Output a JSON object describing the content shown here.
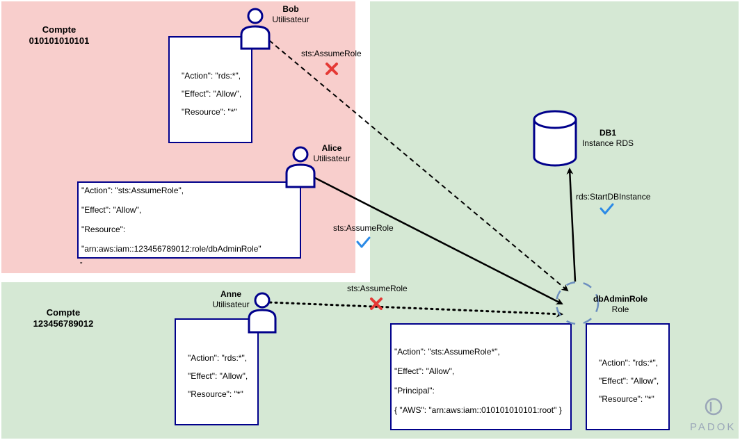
{
  "accounts": {
    "account_a": {
      "title": "Compte",
      "id": "010101010101",
      "color": "#f8cecc"
    },
    "account_b": {
      "title": "Compte",
      "id": "123456789012",
      "color": "#d5e8d4"
    }
  },
  "users": {
    "bob": {
      "name": "Bob",
      "role": "Utilisateur"
    },
    "alice": {
      "name": "Alice",
      "role": "Utilisateur"
    },
    "anne": {
      "name": "Anne",
      "role": "Utilisateur"
    }
  },
  "policies": {
    "bob": [
      "\"Action\": \"rds:*\",",
      "\"Effect\": \"Allow\",",
      "\"Resource\": \"*\""
    ],
    "alice": [
      "\"Action\": \"sts:AssumeRole\",",
      "\"Effect\": \"Allow\",",
      "\"Resource\":",
      "\"arn:aws:iam::123456789012:role/dbAdminRole\""
    ],
    "trust": [
      "\"Action\": \"sts:AssumeRole*\",",
      "\"Effect\": \"Allow\",",
      "\"Principal\":",
      "{ \"AWS\": \"arn:aws:iam::010101010101:root\" }"
    ],
    "role": [
      "\"Action\": \"rds:*\",",
      "\"Effect\": \"Allow\",",
      "\"Resource\": \"*\""
    ],
    "anne": [
      "\"Action\": \"rds:*\",",
      "\"Effect\": \"Allow\",",
      "\"Resource\": \"*\""
    ]
  },
  "alice_box_stray_mark": "\"",
  "db": {
    "name": "DB1",
    "type": "Instance RDS"
  },
  "role": {
    "name": "dbAdminRole",
    "type": "Role"
  },
  "edges": {
    "bob_to_role": {
      "label": "sts:AssumeRole",
      "status": "denied"
    },
    "alice_to_role": {
      "label": "sts:AssumeRole",
      "status": "allowed"
    },
    "anne_to_role": {
      "label": "sts:AssumeRole",
      "status": "denied"
    },
    "role_to_db": {
      "label": "rds:StartDBInstance",
      "status": "allowed"
    }
  },
  "brand": {
    "name": "PADOK"
  },
  "colors": {
    "stroke": "#00008b",
    "deny": "#e53935",
    "allow": "#2b8ae6",
    "role_dash": "#6c8ebf"
  }
}
